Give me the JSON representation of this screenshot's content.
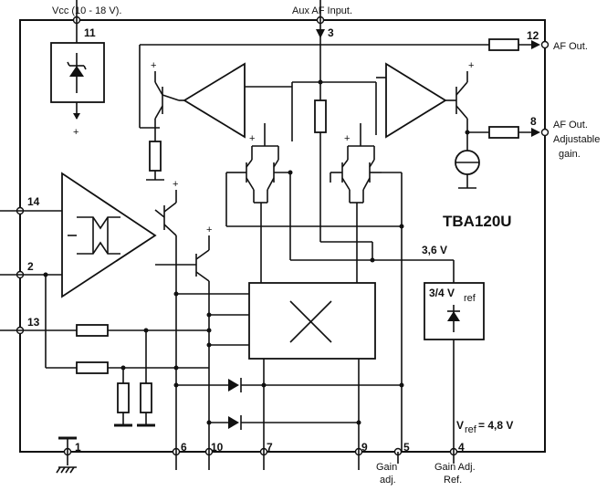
{
  "title": "TBA120U",
  "labels": {
    "vcc": "Vcc (10 - 18 V).",
    "aux_af_input": "Aux AF Input.",
    "af_out": "AF Out.",
    "af_out_adjustable": [
      "AF Out.",
      "Adjustable",
      "gain."
    ],
    "gain_adj": [
      "Gain",
      "adj."
    ],
    "gain_adj_ref": [
      "Gain Adj.",
      "Ref."
    ],
    "v36": "3,6 V",
    "vref_box_main": "3/4 V",
    "vref_box_sub": "ref",
    "vref_value_main": "V",
    "vref_value_sub": "ref",
    "vref_value_tail": " = 4,8 V",
    "plus": "+"
  },
  "pins": {
    "p1": "1",
    "p2": "2",
    "p3": "3",
    "p4": "4",
    "p5": "5",
    "p6": "6",
    "p7": "7",
    "p8": "8",
    "p9": "9",
    "p10": "10",
    "p11": "11",
    "p12": "12",
    "p13": "13",
    "p14": "14"
  }
}
